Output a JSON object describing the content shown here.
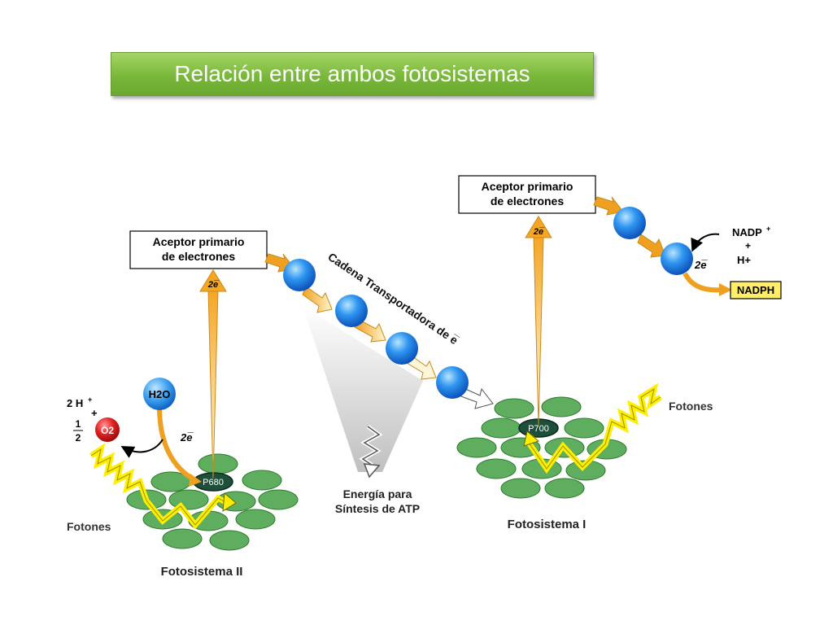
{
  "slide": {
    "title": "Relación entre ambos fotosistemas"
  },
  "diagram": {
    "ps2": {
      "acceptor_line1": "Aceptor primario",
      "acceptor_line2": "de electrones",
      "electrons": "2e̅",
      "center": "P680",
      "label": "Fotosistema II",
      "photons": "Fotones",
      "water": "H2O",
      "water_electrons": "2e̅",
      "protons": "2 H",
      "protons_sup": "+",
      "plus": "+",
      "half_num": "1",
      "half_den": "2",
      "oxygen": "O2"
    },
    "chain": {
      "label": "Cadena Transportadora de e̅",
      "atp_line1": "Energía para",
      "atp_line2": "Síntesis de ATP"
    },
    "ps1": {
      "acceptor_line1": "Aceptor primario",
      "acceptor_line2": "de electrones",
      "electrons": "2e̅",
      "center": "P700",
      "label": "Fotosistema I",
      "photons": "Fotones",
      "nadp": "NADP",
      "nadp_sup": "+",
      "plus": "+",
      "h": "H+",
      "electrons_out": "2e̅",
      "nadph": "NADPH"
    },
    "colors": {
      "title_green": "#79b83a",
      "disc_green": "#5fae5f",
      "center_dark": "#1f4f3a",
      "carrier_blue": "#1e7fe0",
      "oxygen_red": "#e02020",
      "photon_yellow": "#ffee00",
      "arrow_orange": "#f0a020",
      "nadph_yellow": "#ffee66"
    }
  }
}
